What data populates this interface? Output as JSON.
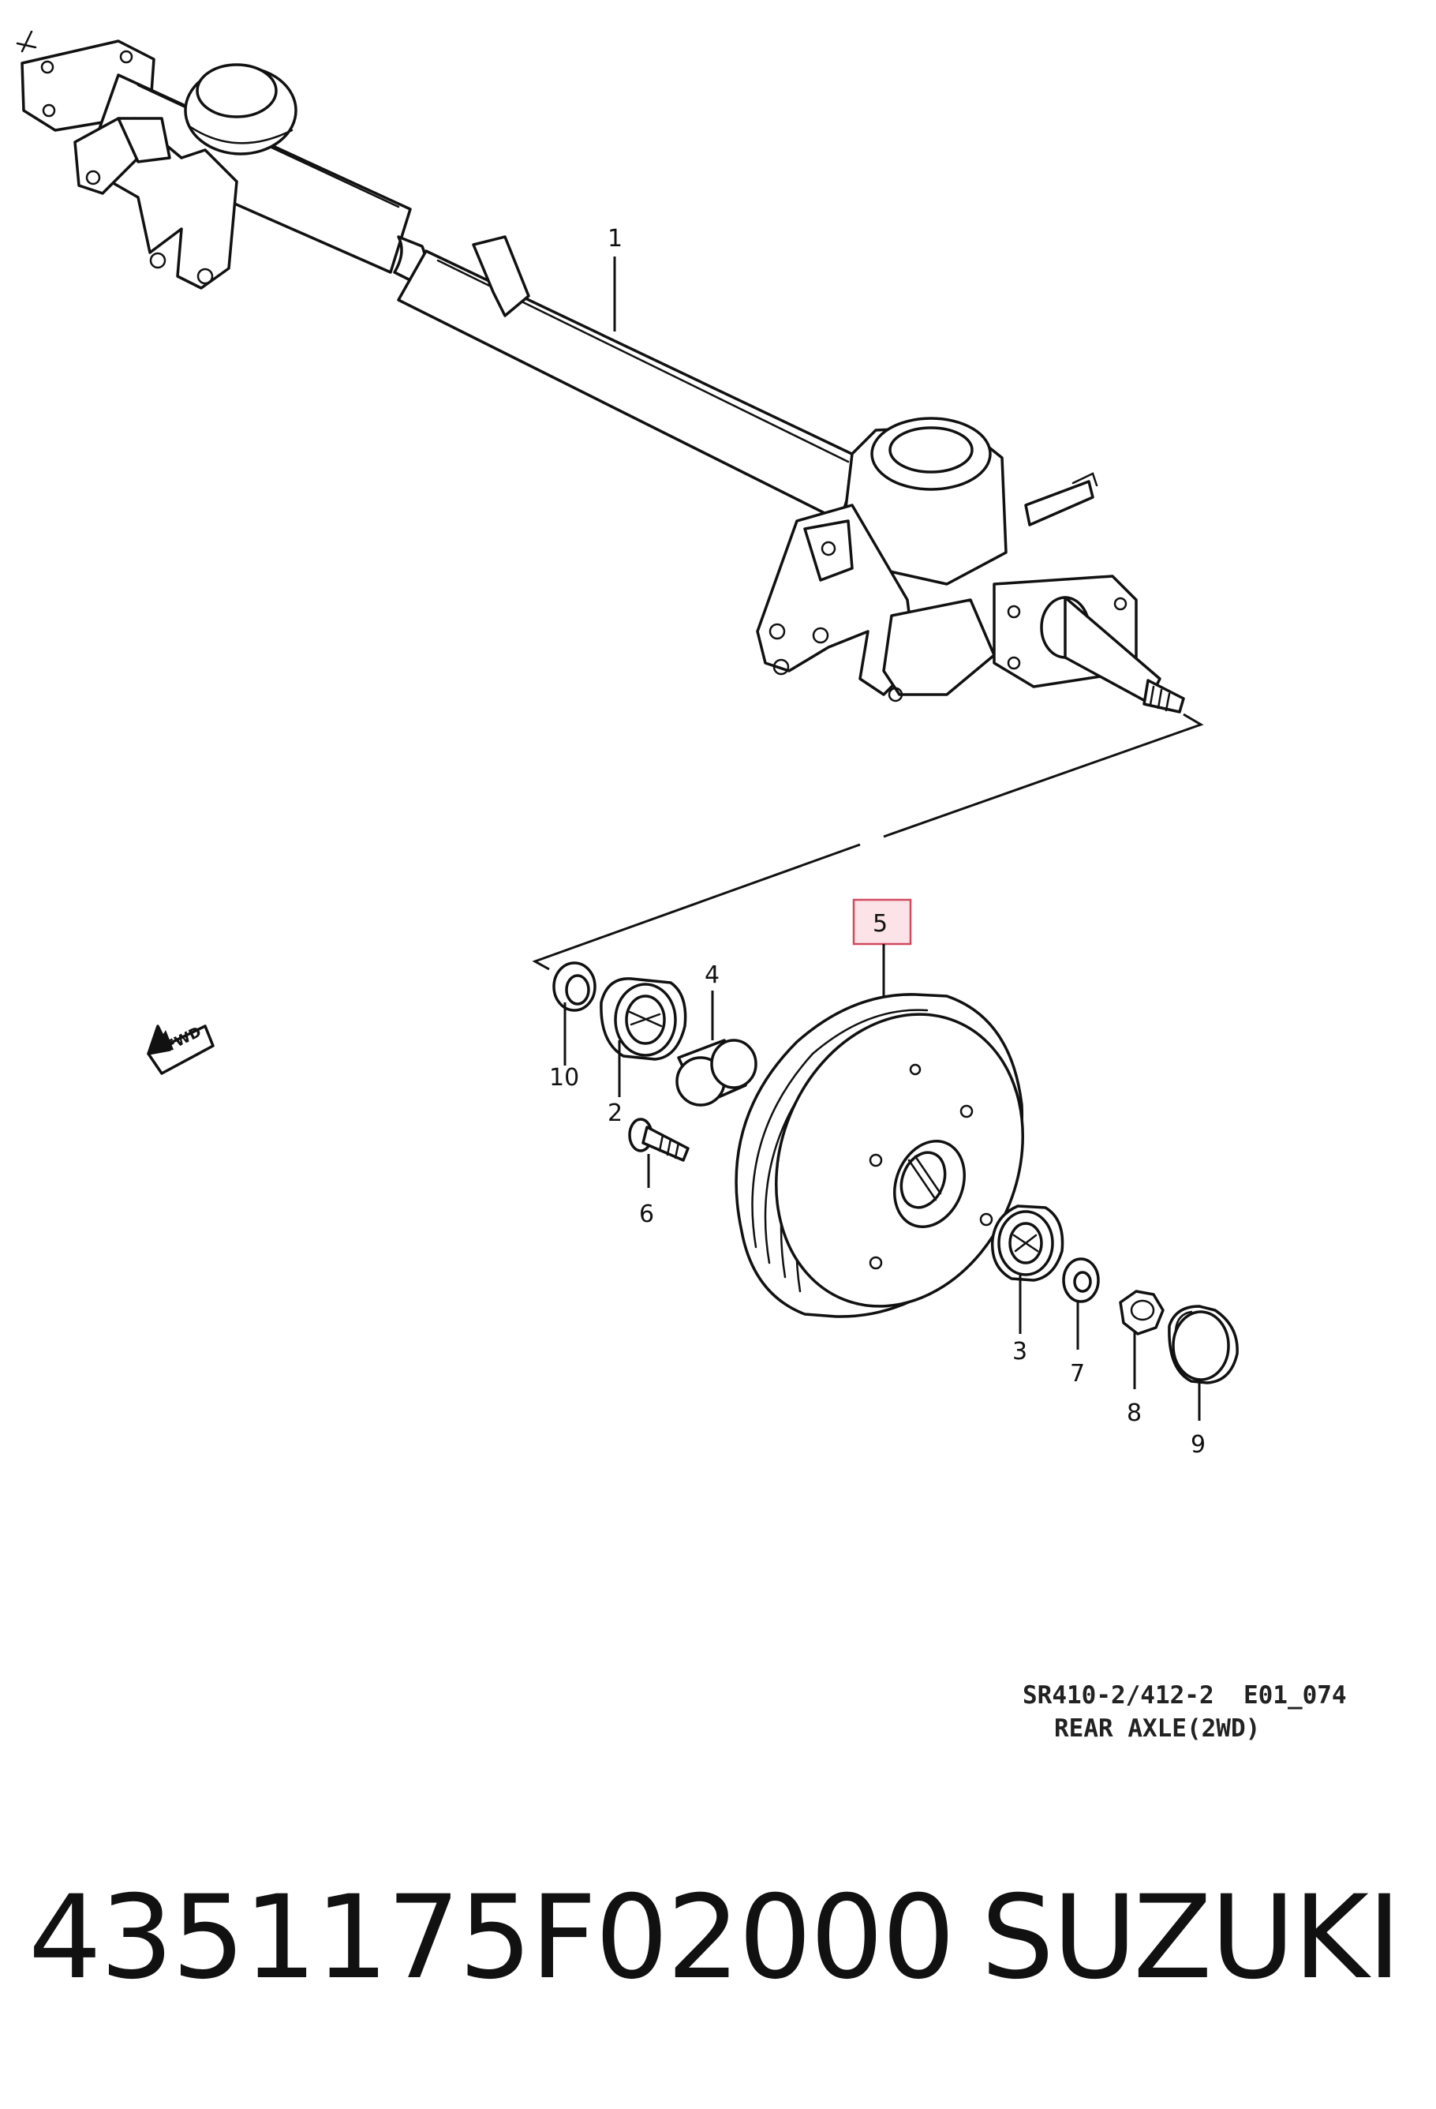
{
  "diagram": {
    "callouts": [
      {
        "id": "1",
        "label": "1"
      },
      {
        "id": "2",
        "label": "2"
      },
      {
        "id": "3",
        "label": "3"
      },
      {
        "id": "4",
        "label": "4"
      },
      {
        "id": "5",
        "label": "5",
        "highlighted": true
      },
      {
        "id": "6",
        "label": "6"
      },
      {
        "id": "7",
        "label": "7"
      },
      {
        "id": "8",
        "label": "8"
      },
      {
        "id": "9",
        "label": "9"
      },
      {
        "id": "10",
        "label": "10"
      }
    ],
    "fwd_label": "FWD",
    "reference_code": "SR410-2/412-2  E01_074",
    "section_title": "REAR AXLE(2WD)"
  },
  "footer": {
    "part_number": "4351175F02000",
    "brand": "SUZUKI"
  },
  "colors": {
    "ink": "#111111",
    "highlight_fill": "#fbe3e7",
    "highlight_stroke": "#d2495f"
  }
}
